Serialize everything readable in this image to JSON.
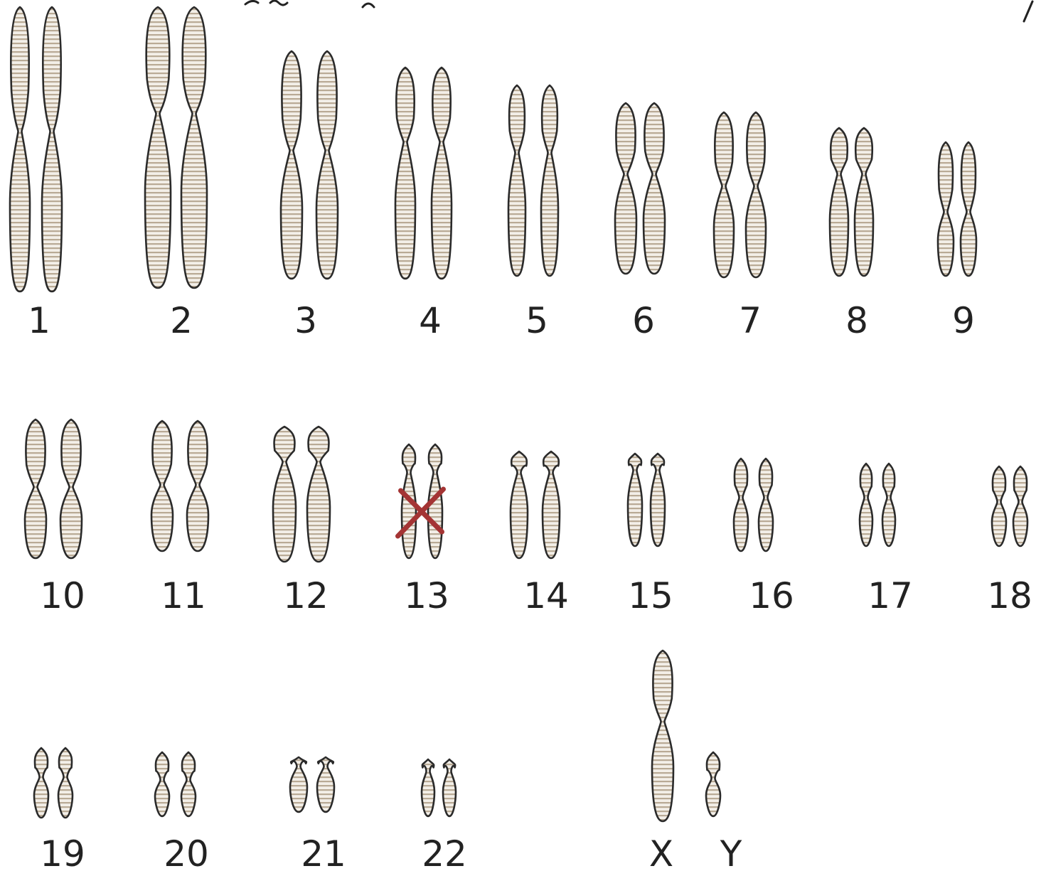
{
  "pairs": [
    {
      "label": "1"
    },
    {
      "label": "2"
    },
    {
      "label": "3"
    },
    {
      "label": "4"
    },
    {
      "label": "5"
    },
    {
      "label": "6"
    },
    {
      "label": "7"
    },
    {
      "label": "8"
    },
    {
      "label": "9"
    },
    {
      "label": "10"
    },
    {
      "label": "11"
    },
    {
      "label": "12"
    },
    {
      "label": "13",
      "marked": true
    },
    {
      "label": "14"
    },
    {
      "label": "15"
    },
    {
      "label": "16"
    },
    {
      "label": "17"
    },
    {
      "label": "18"
    },
    {
      "label": "19"
    },
    {
      "label": "20"
    },
    {
      "label": "21"
    },
    {
      "label": "22"
    }
  ],
  "sex_chromosomes": [
    {
      "label": "X"
    },
    {
      "label": "Y"
    }
  ],
  "colors": {
    "outline": "#2a2a2a",
    "band": "#b9aa95",
    "fill": "#f3efe8",
    "mark": "#a43434"
  },
  "icons": {
    "mark": "x-mark-icon"
  }
}
